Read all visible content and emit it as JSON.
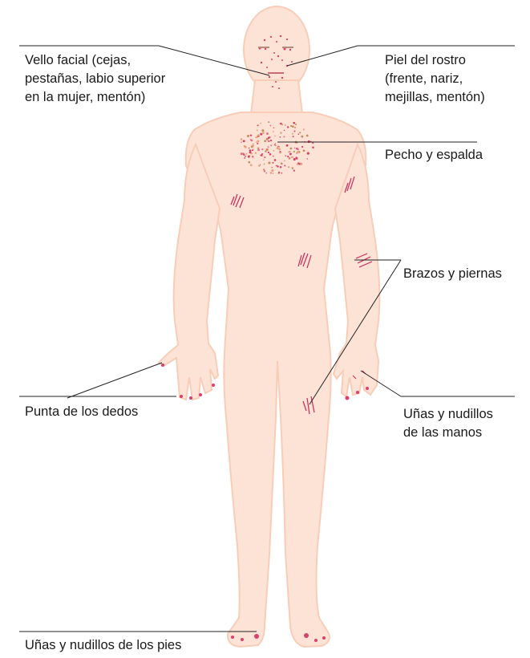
{
  "labels": {
    "vello_facial": [
      "Vello facial (cejas,",
      "pestañas, labio superior",
      "en la mujer, mentón)"
    ],
    "piel_rostro": [
      "Piel del rostro",
      "(frente, nariz,",
      "mejillas, mentón)"
    ],
    "pecho_espalda": [
      "Pecho y espalda"
    ],
    "brazos_piernas": [
      "Brazos y piernas"
    ],
    "punta_dedos": [
      "Punta de los dedos"
    ],
    "unas_manos": [
      "Uñas y nudillos",
      "de las manos"
    ],
    "unas_pies": [
      "Uñas y nudillos de los pies"
    ]
  },
  "colors": {
    "skin": "#fde3d6",
    "skin_outline": "#f7cdb8",
    "lesion": "#d9406a",
    "marks": "#c8285a",
    "leader_line": "#222222"
  }
}
